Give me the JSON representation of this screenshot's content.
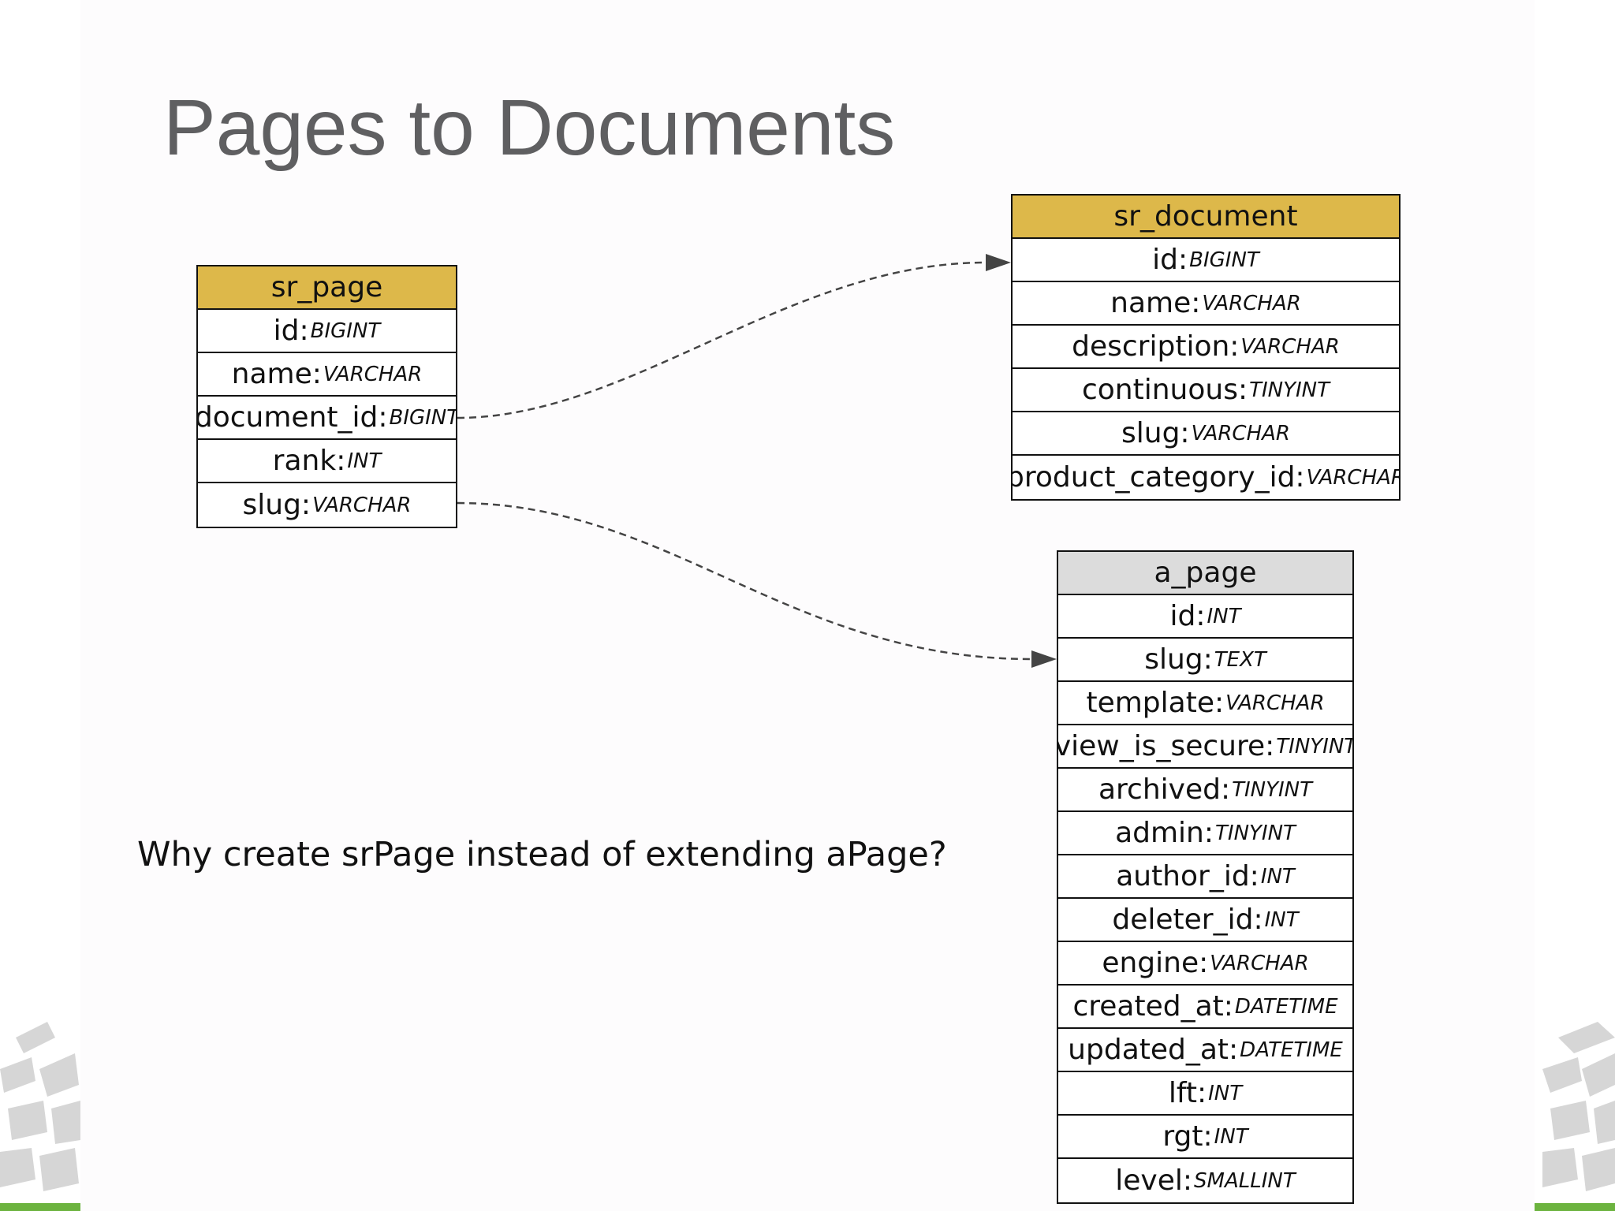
{
  "slide": {
    "title": "Pages to Documents",
    "question": "Why create srPage instead of extending aPage?"
  },
  "colors": {
    "primary_header": "#ddb84a",
    "secondary_header": "#dcdcdc",
    "title_text": "#5f5f61",
    "accent_green": "#6cb33f"
  },
  "tables": {
    "sr_page": {
      "name": "sr_page",
      "fields": [
        {
          "name": "id:",
          "type": "BIGINT"
        },
        {
          "name": "name:",
          "type": "VARCHAR"
        },
        {
          "name": "document_id:",
          "type": "BIGINT"
        },
        {
          "name": "rank:",
          "type": "INT"
        },
        {
          "name": "slug:",
          "type": "VARCHAR"
        }
      ]
    },
    "sr_document": {
      "name": "sr_document",
      "fields": [
        {
          "name": "id:",
          "type": "BIGINT"
        },
        {
          "name": "name:",
          "type": "VARCHAR"
        },
        {
          "name": "description:",
          "type": "VARCHAR"
        },
        {
          "name": "continuous:",
          "type": "TINYINT"
        },
        {
          "name": "slug:",
          "type": "VARCHAR"
        },
        {
          "name": "product_category_id:",
          "type": "VARCHAR"
        }
      ]
    },
    "a_page": {
      "name": "a_page",
      "fields": [
        {
          "name": "id:",
          "type": "INT"
        },
        {
          "name": "slug:",
          "type": "TEXT"
        },
        {
          "name": "template:",
          "type": "VARCHAR"
        },
        {
          "name": "view_is_secure:",
          "type": "TINYINT"
        },
        {
          "name": "archived:",
          "type": "TINYINT"
        },
        {
          "name": "admin:",
          "type": "TINYINT"
        },
        {
          "name": "author_id:",
          "type": "INT"
        },
        {
          "name": "deleter_id:",
          "type": "INT"
        },
        {
          "name": "engine:",
          "type": "VARCHAR"
        },
        {
          "name": "created_at:",
          "type": "DATETIME"
        },
        {
          "name": "updated_at:",
          "type": "DATETIME"
        },
        {
          "name": "lft:",
          "type": "INT"
        },
        {
          "name": "rgt:",
          "type": "INT"
        },
        {
          "name": "level:",
          "type": "SMALLINT"
        }
      ]
    }
  }
}
